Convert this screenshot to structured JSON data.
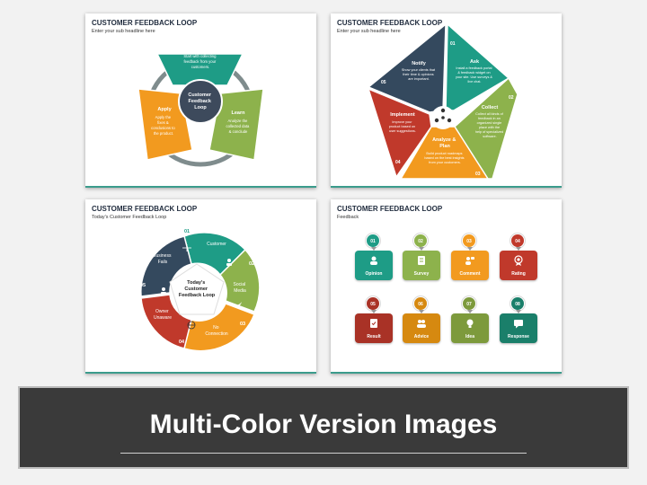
{
  "slides": [
    {
      "title": "CUSTOMER FEEDBACK LOOP",
      "subtitle": "Enter your sub headline here",
      "center": [
        "Customer",
        "Feedback",
        "Loop"
      ],
      "segments": [
        {
          "title": "Gather",
          "text": [
            "Start with collecting",
            "feedback from your",
            "customers."
          ],
          "color": "#1e9c86"
        },
        {
          "title": "Learn",
          "text": [
            "Analyze the",
            "collected data",
            "& conclude"
          ],
          "color": "#8db24c"
        },
        {
          "title": "Apply",
          "text": [
            "Apply the",
            "fixes &",
            "conclusions to",
            "the product."
          ],
          "color": "#f29a1f"
        }
      ]
    },
    {
      "title": "CUSTOMER FEEDBACK LOOP",
      "subtitle": "Enter your sub headline here",
      "segments": [
        {
          "num": "01",
          "title": "Ask",
          "text": [
            "Install a feedback portal",
            "& feedback widget on",
            "your site. Use surveys &",
            "live chat."
          ],
          "color": "#1e9c86"
        },
        {
          "num": "02",
          "title": "Collect",
          "text": [
            "Collect all kinds of",
            "feedback in an",
            "organized single",
            "place with the",
            "help of specialized",
            "software."
          ],
          "color": "#8db24c"
        },
        {
          "num": "03",
          "title": "Analyze &",
          "title2": "Plan",
          "text": [
            "Build product roadmaps",
            "based on the best insights",
            "from your customers."
          ],
          "color": "#f29a1f"
        },
        {
          "num": "04",
          "title": "Implement",
          "text": [
            "Improve your",
            "product based on",
            "user suggestions."
          ],
          "color": "#c0392b"
        },
        {
          "num": "05",
          "title": "Notify",
          "text": [
            "Show your clients that",
            "their time & opinions",
            "are important."
          ],
          "color": "#34495e"
        }
      ]
    },
    {
      "title": "CUSTOMER FEEDBACK LOOP",
      "subtitle": "Today's Customer Feedback Loop",
      "center": [
        "Today's",
        "Customer",
        "Feedback Loop"
      ],
      "segments": [
        {
          "num": "01",
          "label": [
            "Customer"
          ],
          "color": "#1e9c86"
        },
        {
          "num": "02",
          "label": [
            "Social",
            "Media"
          ],
          "color": "#8db24c"
        },
        {
          "num": "03",
          "label": [
            "No",
            "Connection"
          ],
          "color": "#f29a1f"
        },
        {
          "num": "04",
          "label": [
            "Owner",
            "Unaware"
          ],
          "color": "#c0392b"
        },
        {
          "num": "05",
          "label": [
            "Business",
            "Fails"
          ],
          "color": "#34495e"
        }
      ]
    },
    {
      "title": "CUSTOMER FEEDBACK LOOP",
      "subtitle": "Feedback",
      "items": [
        {
          "num": "01",
          "label": "Opinion",
          "color": "#1e9c86",
          "icon": "opinion-icon"
        },
        {
          "num": "02",
          "label": "Survey",
          "color": "#8db24c",
          "icon": "survey-icon"
        },
        {
          "num": "03",
          "label": "Comment",
          "color": "#f29a1f",
          "icon": "comment-icon"
        },
        {
          "num": "04",
          "label": "Rating",
          "color": "#c0392b",
          "icon": "rating-icon"
        },
        {
          "num": "05",
          "label": "Result",
          "color": "#a93226",
          "icon": "result-icon"
        },
        {
          "num": "06",
          "label": "Advice",
          "color": "#d68910",
          "icon": "advice-icon"
        },
        {
          "num": "07",
          "label": "Idea",
          "color": "#7d9a3c",
          "icon": "idea-icon"
        },
        {
          "num": "08",
          "label": "Response",
          "color": "#1a7f6a",
          "icon": "response-icon"
        }
      ]
    }
  ],
  "banner": {
    "title": "Multi-Color Version Images"
  }
}
